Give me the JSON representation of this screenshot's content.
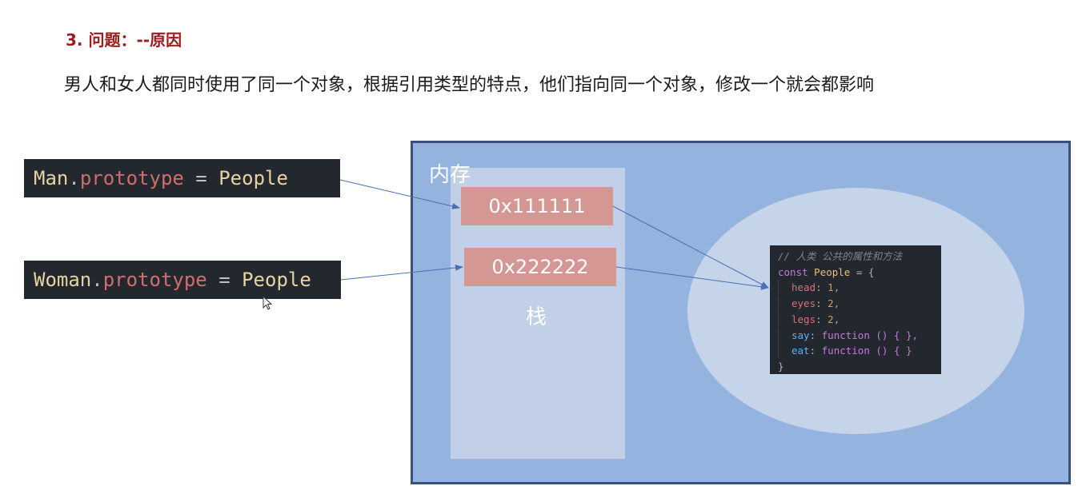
{
  "heading": "3. 问题：--原因",
  "description": "男人和女人都同时使用了同一个对象，根据引用类型的特点，他们指向同一个对象，修改一个就会都影响",
  "code_strips": {
    "man": {
      "obj": "Man",
      "dot": ".",
      "prop": "prototype",
      "eq": " = ",
      "val": "People"
    },
    "woman": {
      "obj": "Woman",
      "dot": ".",
      "prop": "prototype",
      "eq": " = ",
      "val": "People"
    }
  },
  "memory": {
    "label": "内存",
    "stack_label": "栈",
    "addresses": [
      "0x111111",
      "0x222222"
    ]
  },
  "code_block": {
    "comment": "// 人类 公共的属性和方法",
    "const_kw": "const",
    "name": "People",
    "open": " = {",
    "props": [
      {
        "key": "head",
        "value": "1,"
      },
      {
        "key": "eyes",
        "value": "2,"
      },
      {
        "key": "legs",
        "value": "2,"
      },
      {
        "key": "say",
        "value": "function () { },"
      },
      {
        "key": "eat",
        "value": "function () { }"
      }
    ],
    "close": "}"
  },
  "colors": {
    "heading": "#9c1c1c",
    "memory_bg": "#94b3df",
    "stack_bg": "#c1d0e7",
    "address_bg": "#d49794",
    "heap_bg": "#c6d4ea",
    "arrow": "#4a6fb5"
  }
}
